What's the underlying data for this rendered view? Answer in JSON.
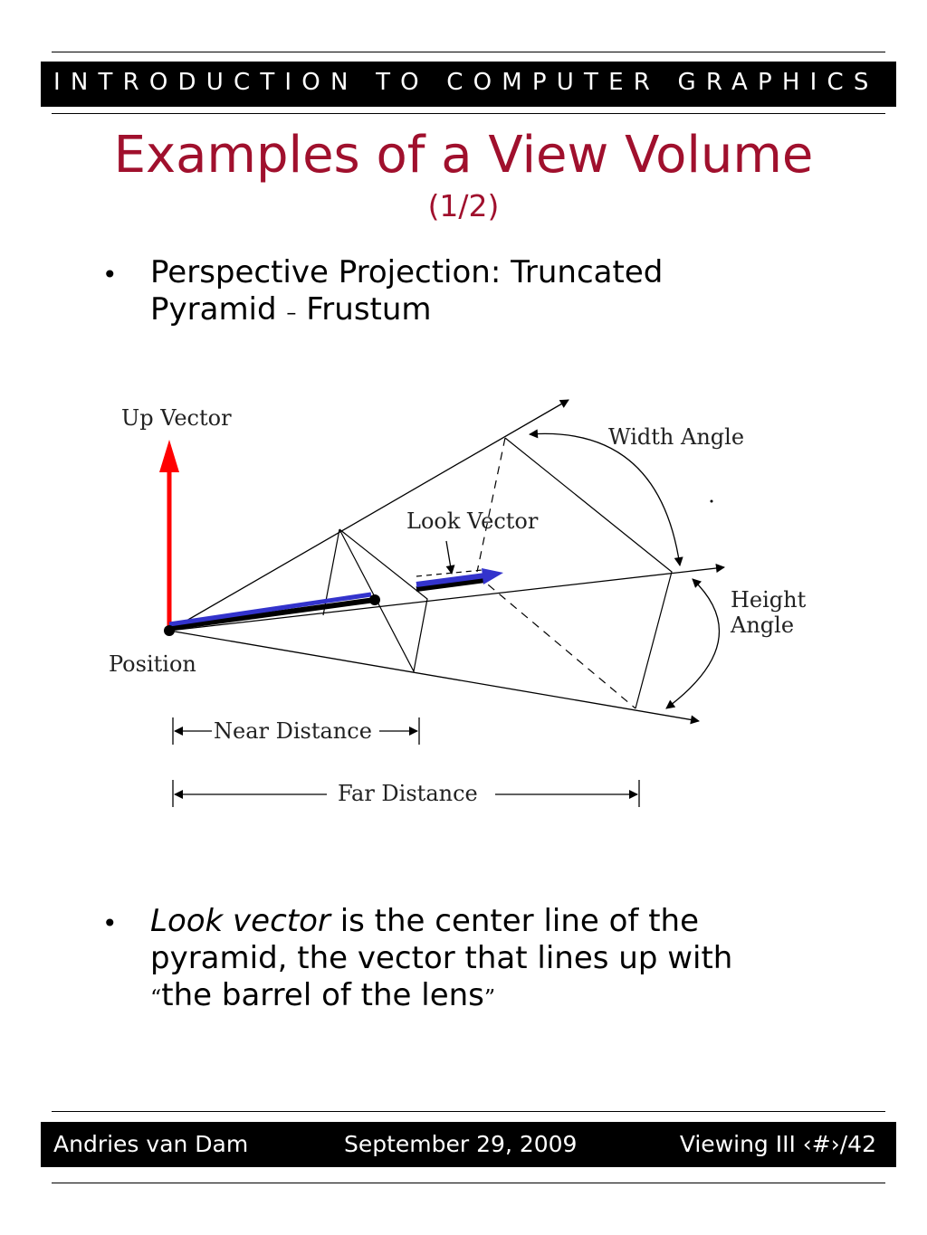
{
  "header": {
    "course": "INTRODUCTION TO COMPUTER GRAPHICS"
  },
  "slide": {
    "title": "Examples of a View Volume",
    "subtitle": "(1/2)",
    "bullet1": {
      "line1": "Perspective Projection: Truncated",
      "line2_a": "Pyramid ",
      "dash": "–",
      "line2_b": " Frustum"
    },
    "bullet2": {
      "emph": "Look vector",
      "rest1": " is the center line of the",
      "line2": "pyramid, the vector that lines up with",
      "open_quote": "“",
      "quote_text": "the barrel of the lens",
      "close_quote": "”"
    },
    "bullet_glyph": "•"
  },
  "diagram": {
    "labels": {
      "up_vector": "Up Vector",
      "width_angle": "Width Angle",
      "look_vector": "Look Vector",
      "height_angle_1": "Height",
      "height_angle_2": "Angle",
      "position": "Position",
      "near_distance": "Near Distance",
      "far_distance": "Far Distance"
    },
    "colors": {
      "up_vector": "#ff0000",
      "look_vector": "#3333cc",
      "lines": "#000000"
    }
  },
  "footer": {
    "author": "Andries van Dam",
    "date": "September 29, 2009",
    "lecture": "Viewing III ‹#›/42"
  }
}
